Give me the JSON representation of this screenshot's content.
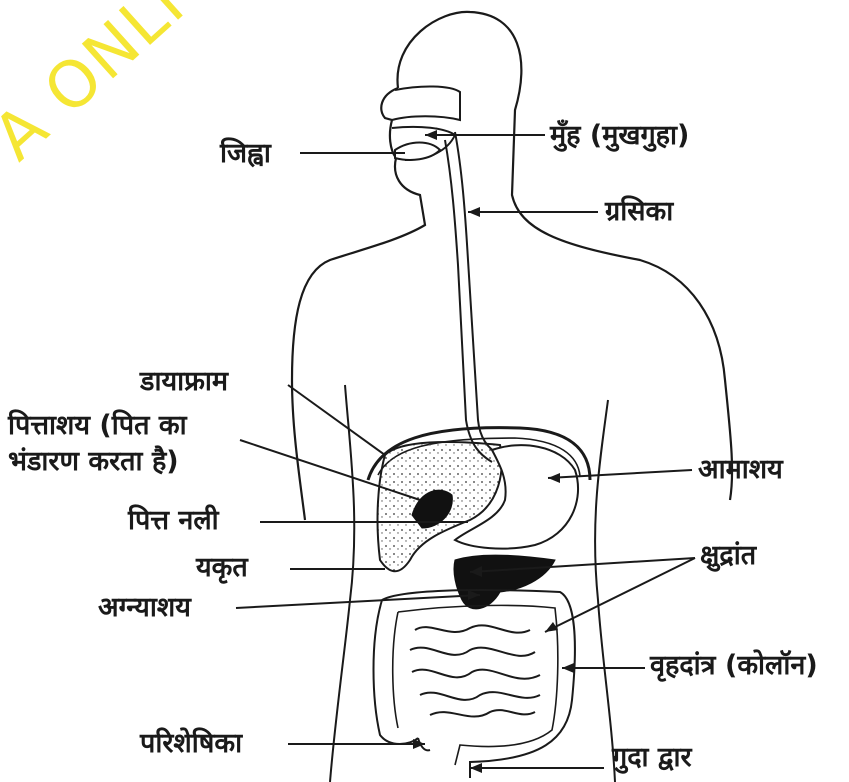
{
  "watermark": "A ONLI",
  "labels": {
    "mouth": "मुँह (मुखगुहा)",
    "tongue": "जिह्वा",
    "esophagus": "ग्रसिका",
    "diaphragm": "डायाफ्राम",
    "gallbladder_line1": "पित्ताशय (पित का",
    "gallbladder_line2": "भंडारण करता है)",
    "bile_duct": "पित्त नली",
    "liver": "यकृत",
    "pancreas": "अग्न्याशय",
    "stomach": "आमाशय",
    "small_intestine": "क्षुद्रांत",
    "large_intestine": "वृहदांत्र (कोलॉन)",
    "appendix": "परिशेषिका",
    "anus": "गुदा द्वार"
  },
  "colors": {
    "ink": "#1a1a1a",
    "watermark": "#f5e52a",
    "organ_dark": "#111111"
  }
}
